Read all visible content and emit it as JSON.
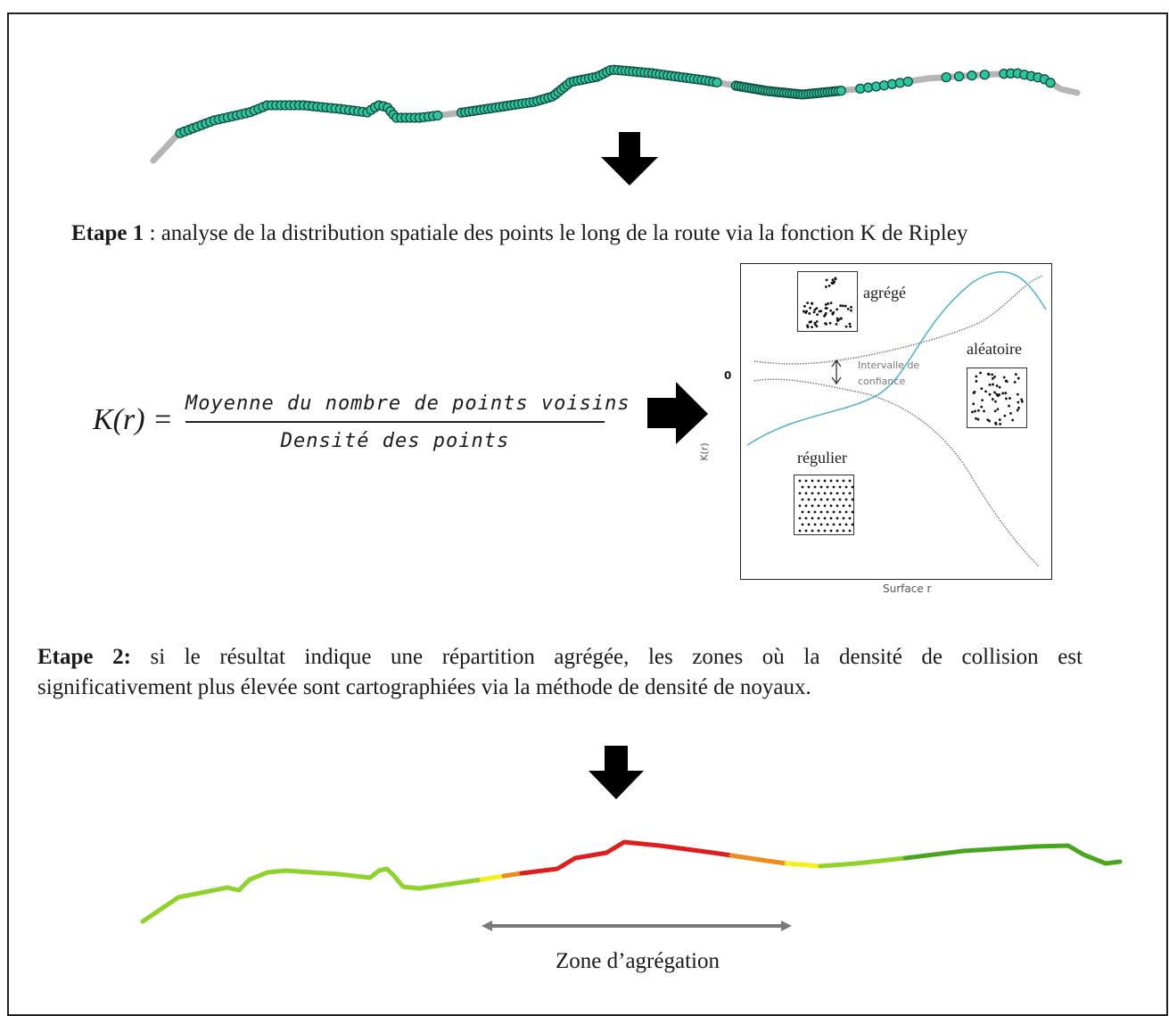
{
  "step1": {
    "label": "Etape 1",
    "text": " : analyse de la distribution spatiale des points le long de la route via la fonction K de Ripley"
  },
  "formula": {
    "lhs": "K(r) =",
    "numerator": "Moyenne du nombre de points voisins",
    "denominator": "Densité des points"
  },
  "chart": {
    "label_aggregated": "agrégé",
    "label_random": "aléatoire",
    "label_regular": "régulier",
    "label_interval_1": "Intervalle de",
    "label_interval_2": "confiance",
    "y_axis_label": "K(r)",
    "y_tick_zero": "0",
    "x_axis_label": "Surface r",
    "colors": {
      "k_curve": "#5ab4c8",
      "envelope": "#777777"
    }
  },
  "step2": {
    "label": "Etape 2:",
    "line1": " si le résultat indique une répartition agrégée, les zones où la densité de collision est",
    "line2": "significativement plus élevée sont cartographiées via la méthode de densité de noyaux."
  },
  "map_top": {
    "colors": {
      "road": "#b5b5b5",
      "point_fill": "#2ec4a0",
      "point_stroke": "#0d4a3a"
    }
  },
  "map_bottom": {
    "colors": {
      "low": "#8fd22a",
      "low_dark": "#4aa51e",
      "mid": "#f4f01a",
      "high": "#f08a18",
      "very_high": "#e01d1d"
    }
  },
  "zone": {
    "label": "Zone d’agrégation",
    "arrow_color": "#7a7a7a"
  }
}
